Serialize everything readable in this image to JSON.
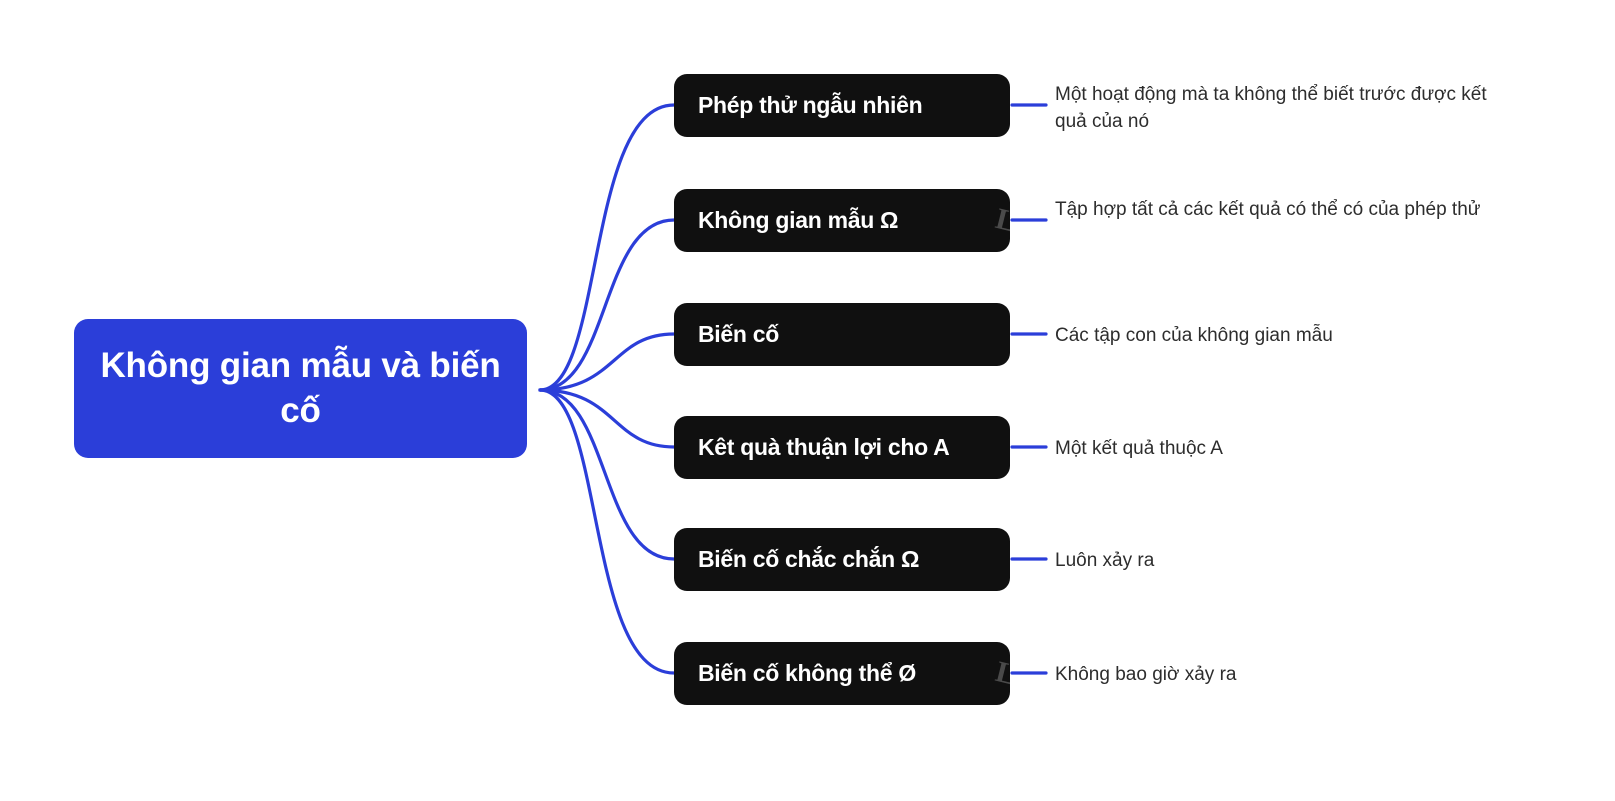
{
  "diagram": {
    "type": "mind-map",
    "title": "Không gian mẫu và biến cố",
    "accent_color": "#2b3ed9",
    "node_color": "#101010",
    "text_color": "#2d2d2d",
    "background": "#ffffff",
    "root": {
      "label": "Không gian mẫu và biến cố"
    },
    "branches": [
      {
        "label": "Phép thử ngẫu nhiên",
        "description": "Một hoạt động mà ta không thể biết trước được kết quả của nó",
        "watermark": ""
      },
      {
        "label": "Không gian mẫu Ω",
        "description": "Tập hợp tất cả các kết quả có thể có của phép thử",
        "watermark": "L"
      },
      {
        "label": "Biến cố",
        "description": "Các tập con của không gian mẫu",
        "watermark": ""
      },
      {
        "label": "Kêt quà thuận lợi cho A",
        "description": "Một kết quả thuộc A",
        "watermark": ""
      },
      {
        "label": "Biến cố chắc chắn Ω",
        "description": "Luôn xảy ra",
        "watermark": ""
      },
      {
        "label": "Biến cố không thể Ø",
        "description": "Không bao giờ xảy ra",
        "watermark": "L"
      }
    ]
  }
}
